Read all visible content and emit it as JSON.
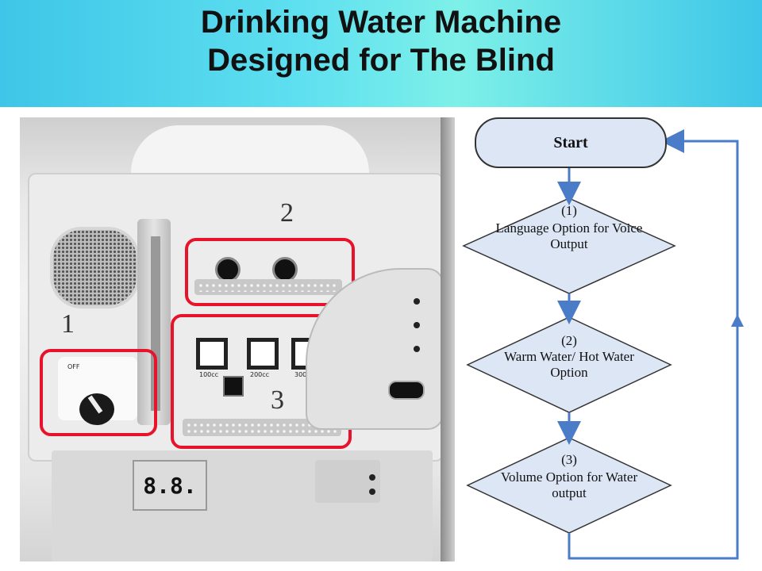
{
  "title": {
    "line1": "Drinking Water Machine",
    "line2": "Designed for The Blind"
  },
  "photo": {
    "labels": {
      "one": "1",
      "two": "2",
      "three": "3"
    },
    "knob_text": "OFF",
    "volume_buttons": [
      "100cc",
      "200cc",
      "300cc"
    ],
    "display_digits": "8.8."
  },
  "flowchart": {
    "start": "Start",
    "steps": [
      {
        "num": "(1)",
        "text": "Language Option for Voice Output"
      },
      {
        "num": "(2)",
        "text": "Warm Water/ Hot Water Option"
      },
      {
        "num": "(3)",
        "text": "Volume Option for Water output"
      }
    ],
    "colors": {
      "arrow": "#4a7cc7",
      "start_fill": "#dde6f5",
      "diamond_fill": "#dde6f5"
    }
  }
}
